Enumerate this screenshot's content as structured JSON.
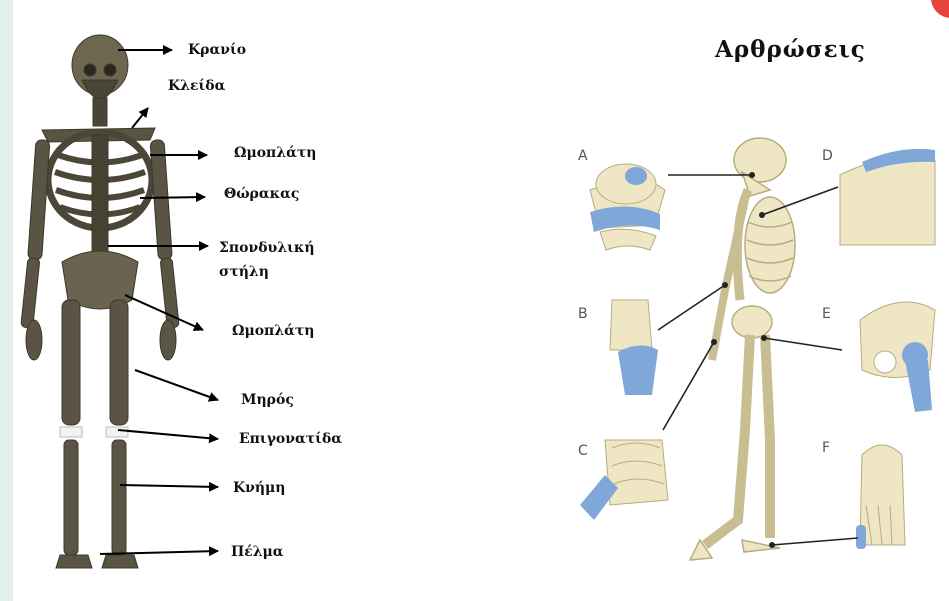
{
  "left_diagram": {
    "labels": {
      "cranium": "Κρανίο",
      "clavicle": "Κλείδα",
      "scapula_upper": "Ωμοπλάτη",
      "thorax": "Θώρακας",
      "spine_line1": "Σπονδυλική",
      "spine_line2": "στήλη",
      "scapula_lower": "Ωμοπλάτη",
      "femur": "Μηρός",
      "patella": "Επιγονατίδα",
      "tibia": "Κνήμη",
      "foot": "Πέλμα"
    }
  },
  "right_diagram": {
    "title": "Αρθρώσεις",
    "joint_letters": [
      "A",
      "B",
      "C",
      "D",
      "E",
      "F"
    ]
  },
  "colors": {
    "left_stripe": "#e2f0ec",
    "bone_dark": "#5a5444",
    "bone_light": "#efe6c4",
    "joint_blue": "#7fa7d8",
    "corner_accent": "#e8433a"
  }
}
